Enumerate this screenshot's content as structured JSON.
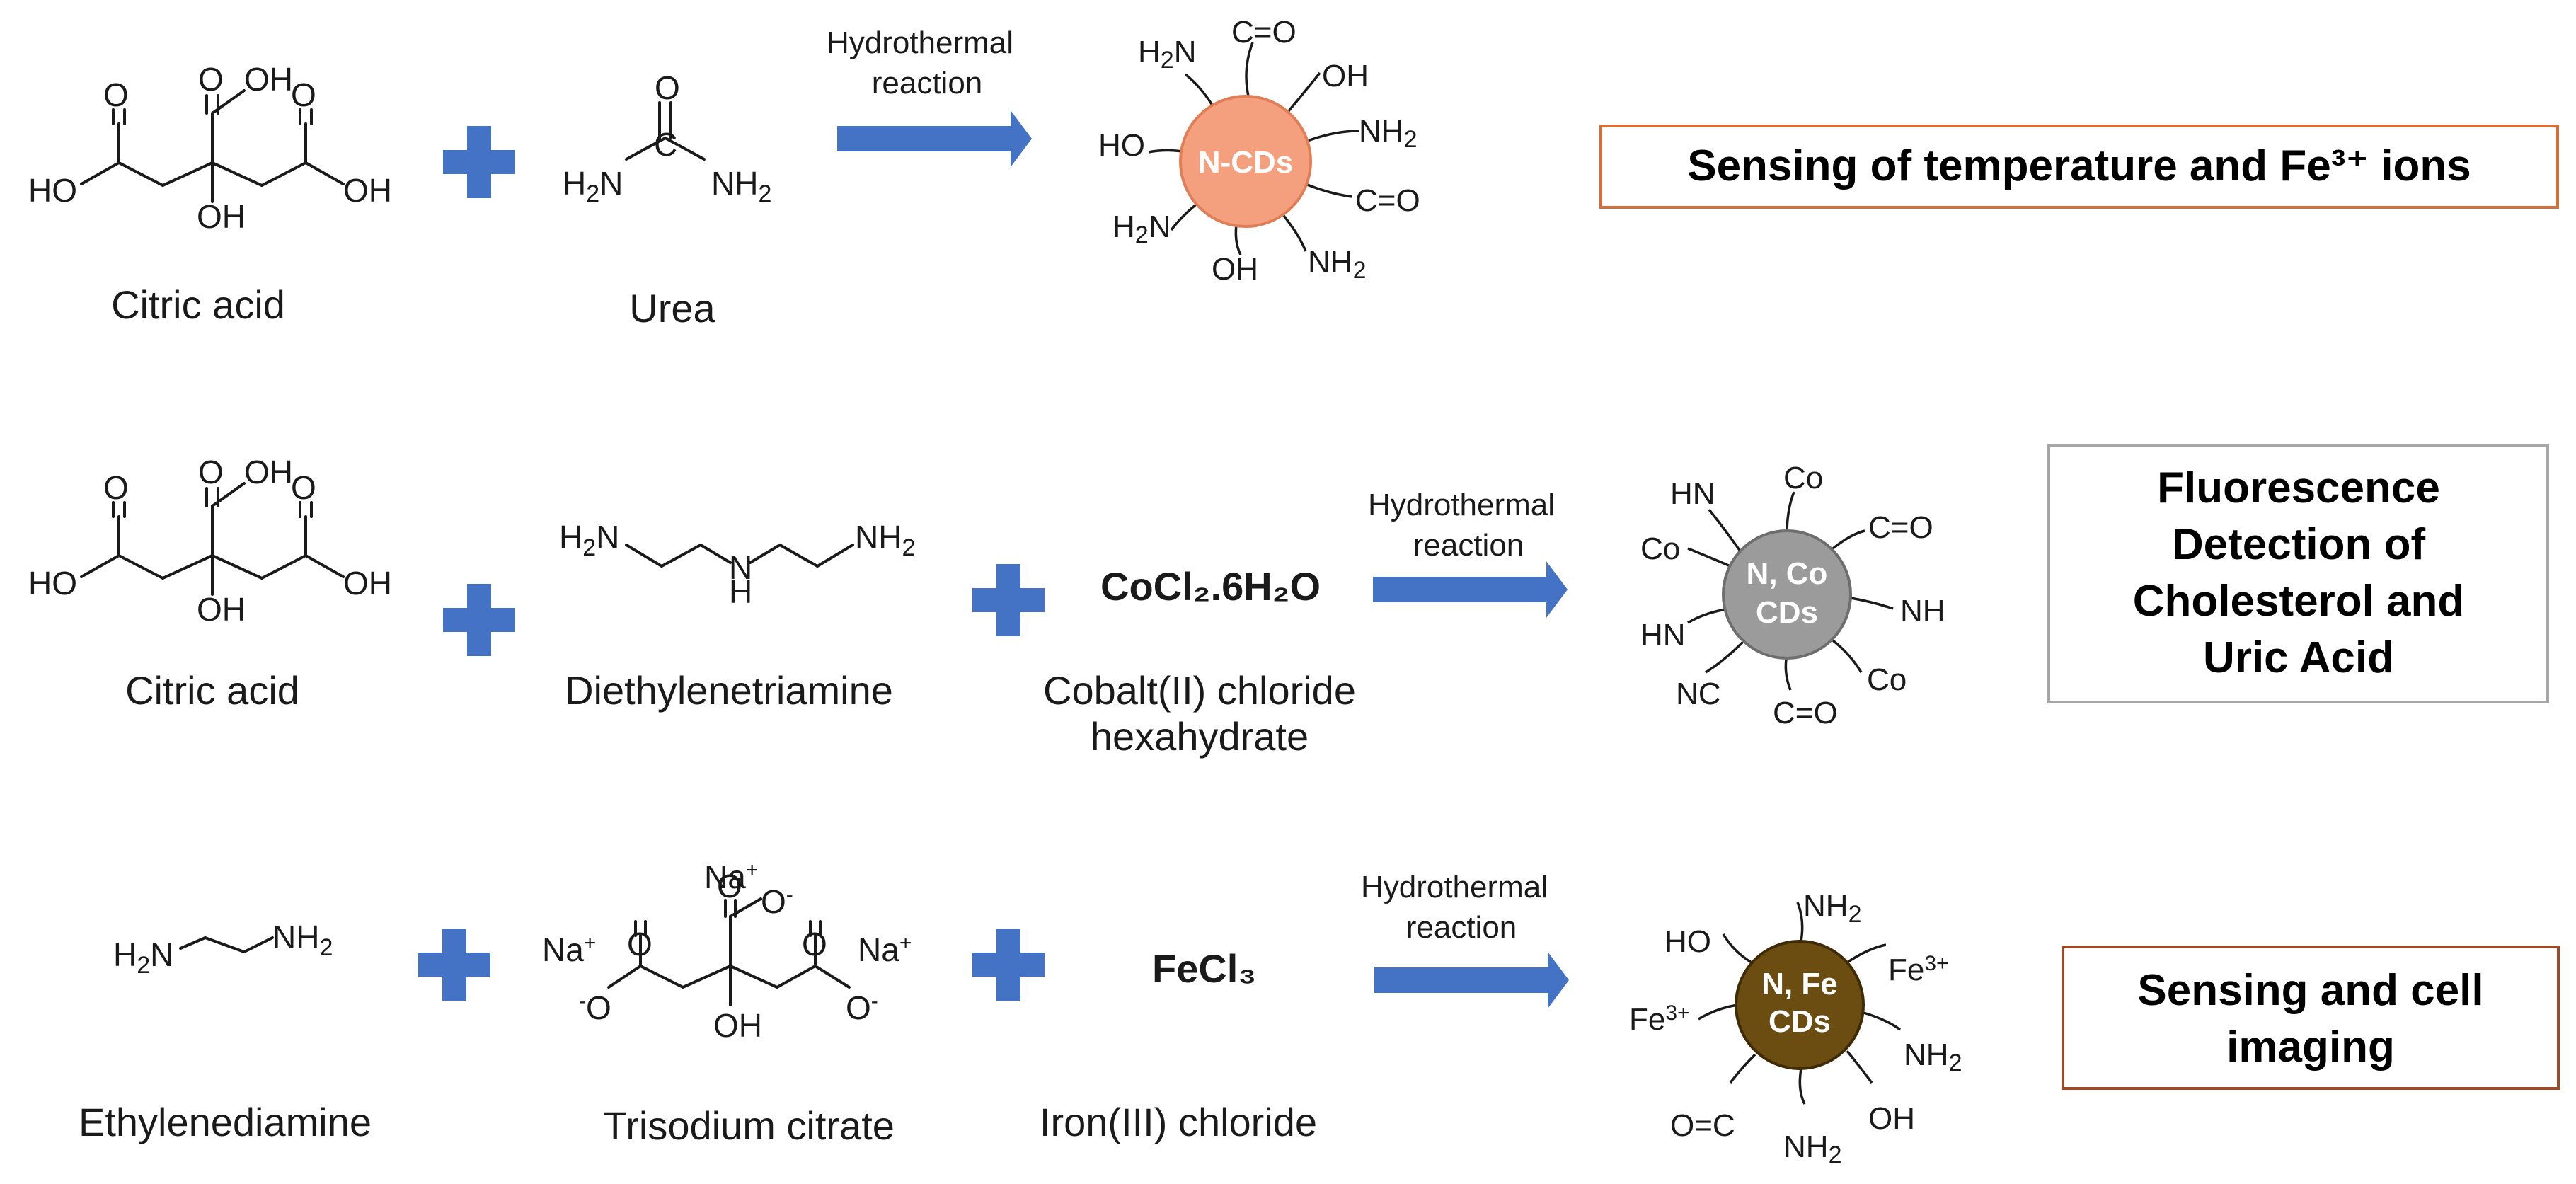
{
  "colors": {
    "plus": "#4472c4",
    "arrow": "#4472c4",
    "ncd_fill": "#f4a07f",
    "ncd_stroke": "#e07f57",
    "coc_fill": "#9b9b9b",
    "coc_stroke": "#6e6e6e",
    "fec_fill": "#6b4c11",
    "fec_stroke": "#3f2b05",
    "box_orange": "#d46f3a",
    "box_gray": "#a6a6a6",
    "box_brown": "#9c4a2a"
  },
  "row1": {
    "reactant1": "Citric acid",
    "reactant2": "Urea",
    "arrow_label_1": "Hydrothermal",
    "arrow_label_2": "reaction",
    "dot_label": "N-CDs",
    "ligands": [
      "H2N",
      "C=O",
      "OH",
      "NH2",
      "C=O",
      "NH2",
      "OH",
      "H2N",
      "HO"
    ],
    "application": "Sensing of temperature and Fe³⁺ ions"
  },
  "row2": {
    "reactant1": "Citric acid",
    "reactant2": "Diethylenetriamine",
    "reactant3_formula": "CoCl₂.6H₂O",
    "reactant3_name_1": "Cobalt(II)  chloride",
    "reactant3_name_2": "hexahydrate",
    "arrow_label_1": "Hydrothermal",
    "arrow_label_2": "reaction",
    "dot_label_1": "N, Co",
    "dot_label_2": "CDs",
    "ligands": [
      "Co",
      "C=O",
      "NH",
      "Co",
      "C=O",
      "NC",
      "HN",
      "Co",
      "HN"
    ],
    "application_1": "Fluorescence",
    "application_2": "Detection of",
    "application_3": "Cholesterol and",
    "application_4": "Uric Acid"
  },
  "row3": {
    "reactant1": "Ethylenediamine",
    "reactant2": "Trisodium citrate",
    "reactant3_formula": "FeCl₃",
    "reactant3_name": "Iron(III)  chloride",
    "arrow_label_1": "Hydrothermal",
    "arrow_label_2": "reaction",
    "dot_label_1": "N, Fe",
    "dot_label_2": "CDs",
    "ligands": [
      "NH2",
      "Fe3+",
      "NH2",
      "OH",
      "NH2",
      "O=C",
      "Fe3+",
      "HO"
    ],
    "application_1": "Sensing and cell",
    "application_2": "imaging"
  }
}
